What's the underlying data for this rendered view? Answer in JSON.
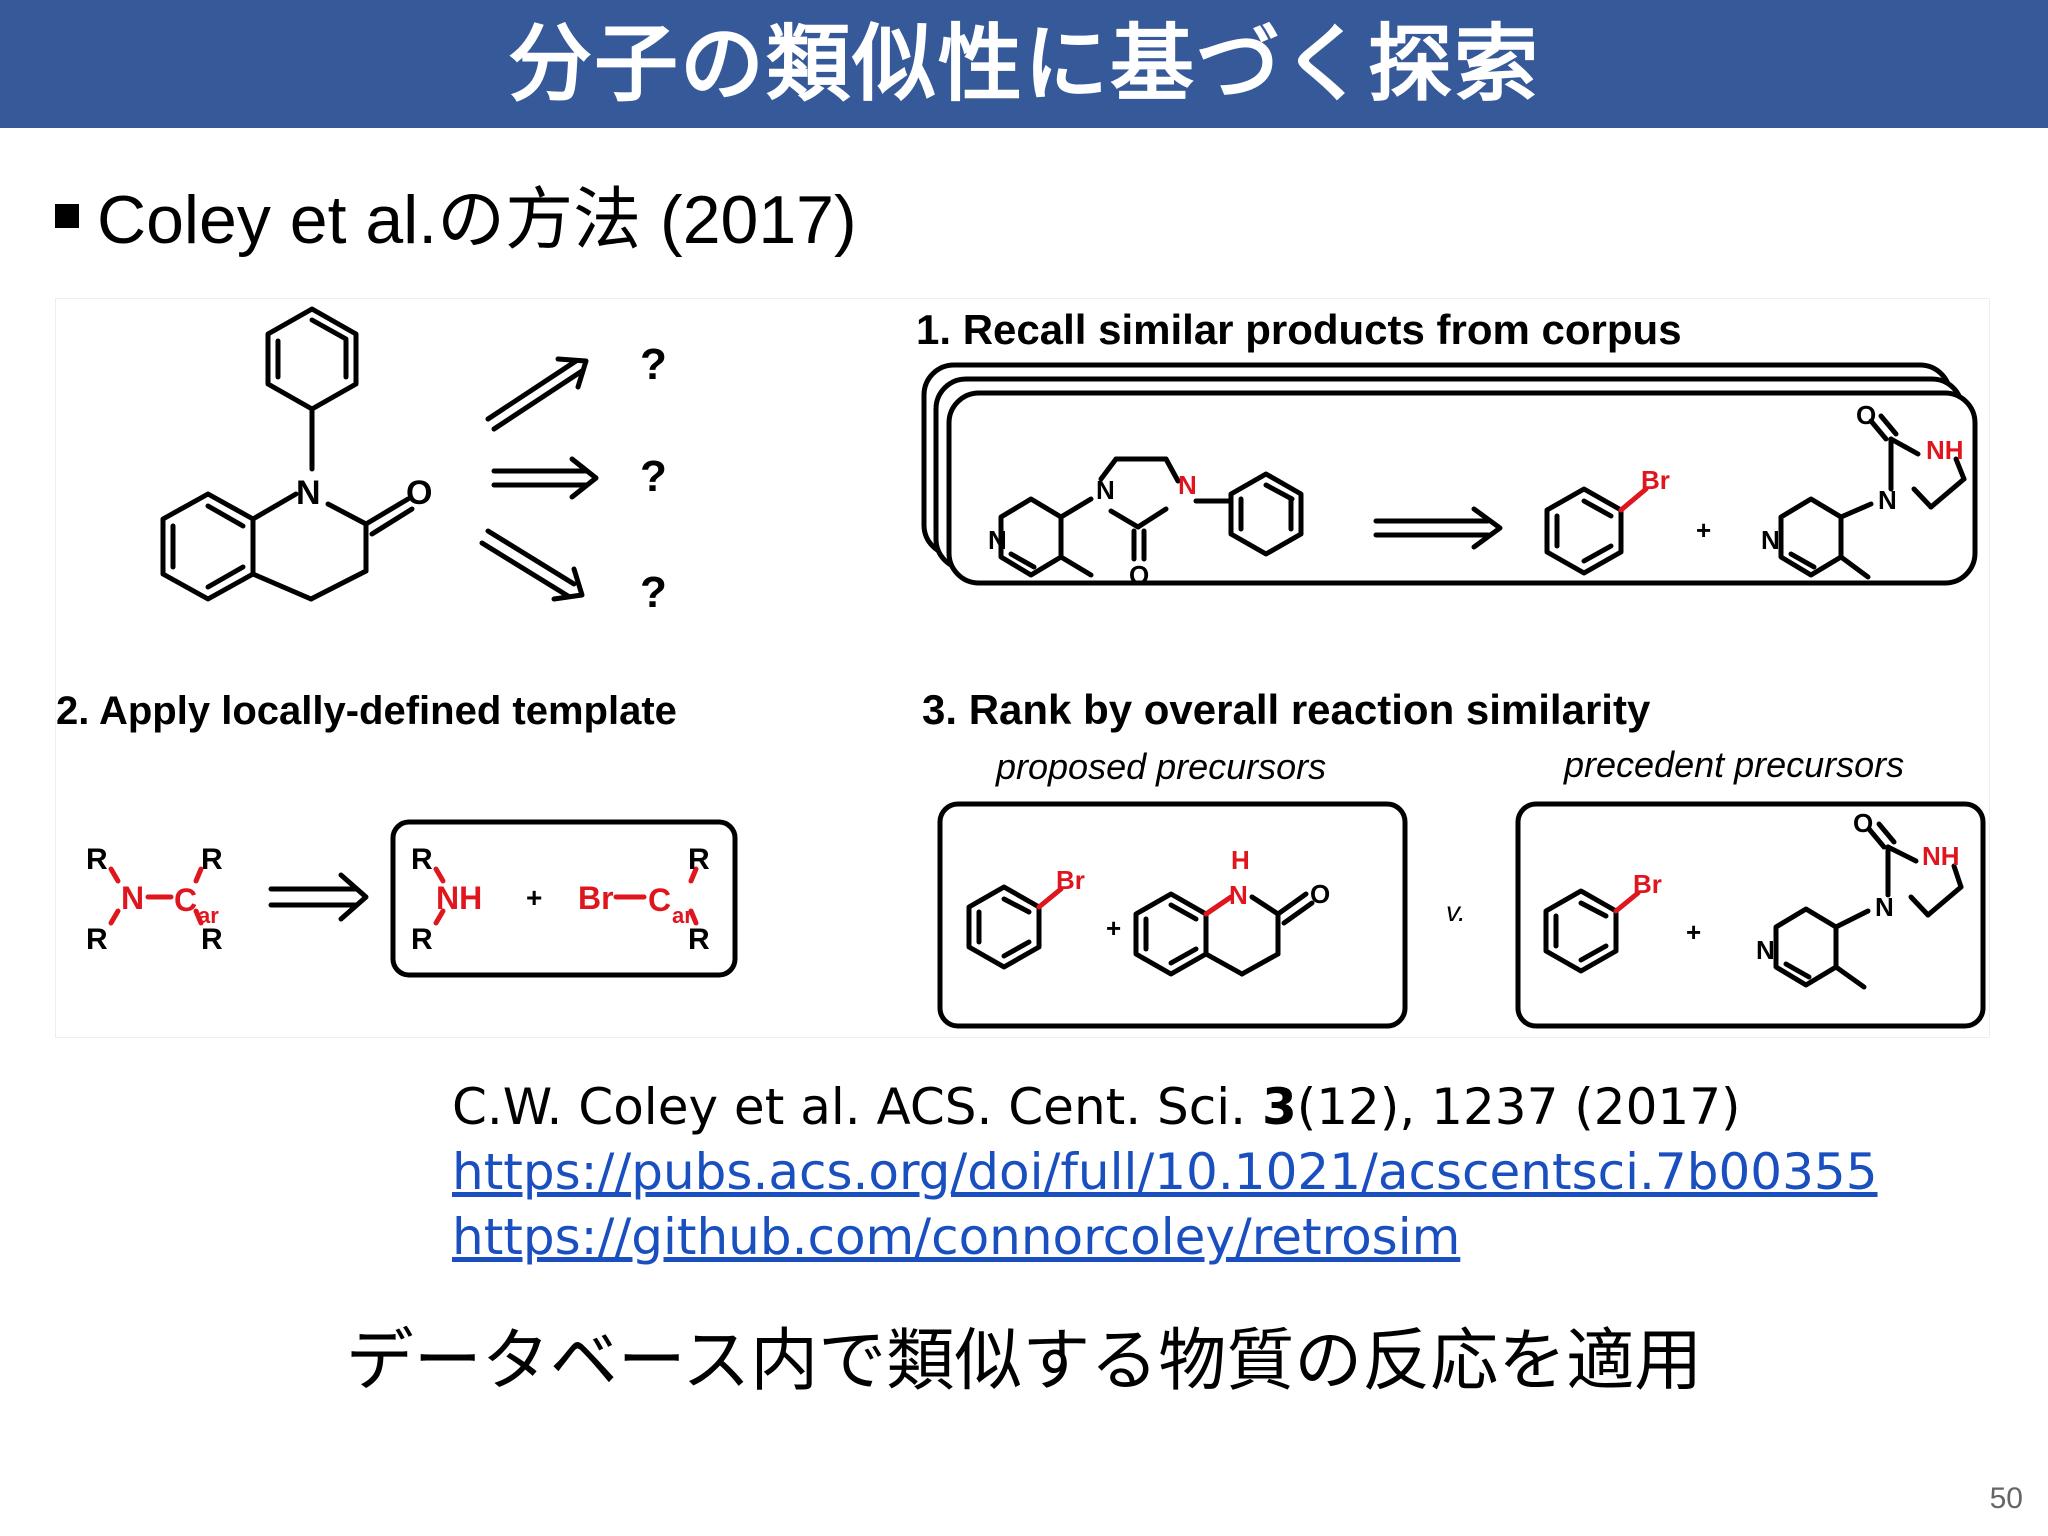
{
  "title": "分子の類似性に基づく探索",
  "bullet": "Coley et al.の方法 (2017)",
  "figure": {
    "question_marks": [
      "?",
      "?",
      "?"
    ],
    "step1_label": "1. Recall similar products from corpus",
    "step2_label": "2. Apply locally-defined template",
    "step3_label": "3. Rank by overall reaction similarity",
    "proposed_label": "proposed precursors",
    "precedent_label": "precedent precursors",
    "versus": "v.",
    "atoms": {
      "n": "N",
      "o": "O",
      "br": "Br",
      "nh": "NH",
      "h": "H",
      "r": "R",
      "plus": "+",
      "c": "C",
      "ar": "ar"
    },
    "colors": {
      "accent_red": "#e0161f",
      "title_bar": "#36599a",
      "link": "#1a4fbf"
    }
  },
  "citation": {
    "ref_prefix": "C.W. Coley et al. ACS. Cent. Sci. ",
    "ref_volume": "3",
    "ref_suffix": "(12), 1237 (2017)",
    "link1": "https://pubs.acs.org/doi/full/10.1021/acscentsci.7b00355",
    "link2": "https://github.com/connorcoley/retrosim"
  },
  "summary": "データベース内で類似する物質の反応を適用",
  "page_number": "50"
}
